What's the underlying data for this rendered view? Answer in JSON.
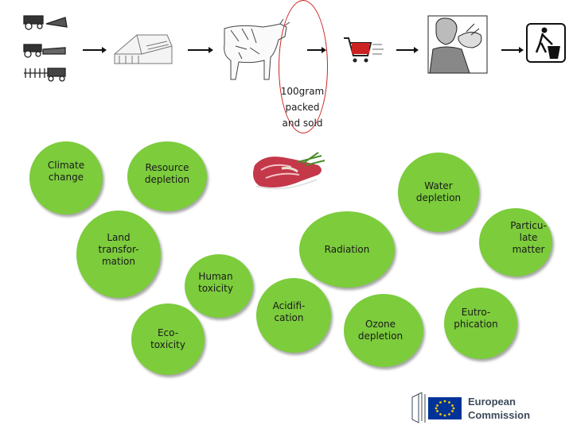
{
  "lifecycle": {
    "stages": [
      {
        "icon": "farming-machinery-icon"
      },
      {
        "icon": "barn-icon"
      },
      {
        "icon": "cow-icon"
      },
      {
        "icon": "shopping-cart-icon"
      },
      {
        "icon": "person-eating-icon"
      },
      {
        "icon": "waste-bin-icon"
      }
    ],
    "highlight_caption": "100gram\npacked\nand sold",
    "highlight_color": "#cc2222"
  },
  "product_image": {
    "icon": "meat-steak-icon"
  },
  "impact_categories": [
    {
      "id": "climate-change",
      "label": "Climate\nchange"
    },
    {
      "id": "resource-depletion",
      "label": "Resource\ndepletion"
    },
    {
      "id": "water-depletion",
      "label": "Water\ndepletion"
    },
    {
      "id": "land-transformation",
      "label": "Land\ntransfor-\nmation"
    },
    {
      "id": "radiation",
      "label": "Radiation"
    },
    {
      "id": "particulate-matter",
      "label": "Particu-\nlate\nmatter"
    },
    {
      "id": "human-toxicity",
      "label": "Human\ntoxicity"
    },
    {
      "id": "acidification",
      "label": "Acidifi-\ncation"
    },
    {
      "id": "eco-toxicity",
      "label": "Eco-\ntoxicity"
    },
    {
      "id": "ozone-depletion",
      "label": "Ozone\ndepletion"
    },
    {
      "id": "eutrophication",
      "label": "Eutro-\nphication"
    }
  ],
  "circle_color": "#7ccc3c",
  "logo": {
    "text": "European\nCommission",
    "flag_color": "#003399",
    "star_color": "#ffcc00"
  }
}
